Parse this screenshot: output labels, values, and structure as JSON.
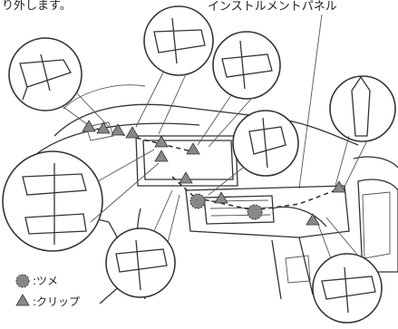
{
  "texts": {
    "top_left": "り外します。",
    "callout_label": "インストルメントパネル"
  },
  "legend": {
    "tsume_label": ":ツメ",
    "clip_label": ":クリップ"
  },
  "colors": {
    "line": "#333333",
    "marker_fill": "#888888",
    "background": "#ffffff"
  },
  "icons": {
    "tsume": "dashed-circle-marker",
    "clip": "triangle-marker"
  }
}
